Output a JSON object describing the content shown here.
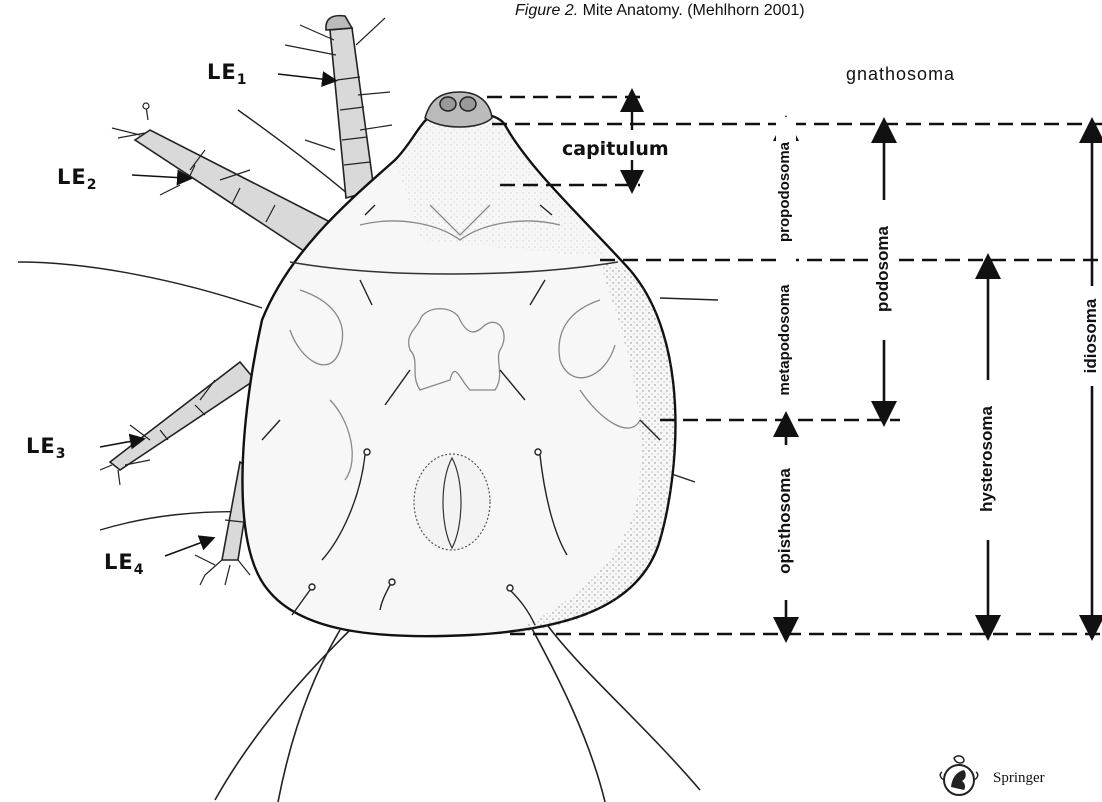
{
  "caption": {
    "figure": "Figure 2.",
    "text": " Mite Anatomy.  (Mehlhorn 2001)"
  },
  "legs": [
    {
      "base": "LE",
      "sub": "1"
    },
    {
      "base": "LE",
      "sub": "2"
    },
    {
      "base": "LE",
      "sub": "3"
    },
    {
      "base": "LE",
      "sub": "4"
    }
  ],
  "regions": {
    "gnathosoma": "gnathosoma",
    "capitulum": "capitulum",
    "propodosoma": "propodosoma",
    "metapodosoma": "metapodosoma",
    "opisthosoma": "opisthosoma",
    "podosoma": "podosoma",
    "hysterosoma": "hysterosoma",
    "idiosoma": "idiosoma"
  },
  "publisher": "Springer",
  "icons": {
    "publisher_logo": "springer-horse-logo-icon"
  }
}
